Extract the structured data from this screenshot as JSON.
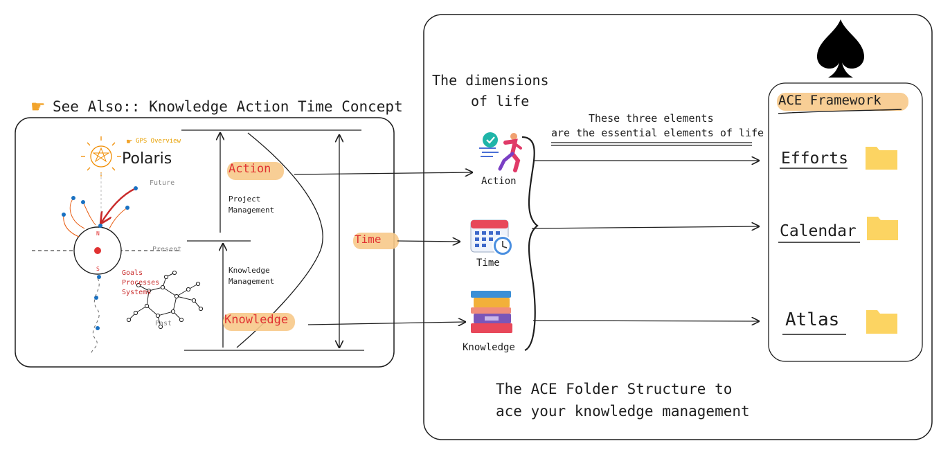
{
  "left_panel": {
    "see_also": "See Also:: Knowledge Action Time Concept",
    "gps_overview": "GPS Overview",
    "polaris": "Polaris",
    "future": "Future",
    "present": "Present",
    "past": "Past",
    "compass_n": "N",
    "compass_s": "S",
    "goals": "Goals",
    "processes": "Processes",
    "systems": "Systems",
    "action": "Action",
    "project_management_1": "Project",
    "project_management_2": "Management",
    "knowledge_management_1": "Knowledge",
    "knowledge_management_2": "Management",
    "knowledge": "Knowledge",
    "time": "Time"
  },
  "right_panel": {
    "dimensions_1": "The dimensions",
    "dimensions_2": "of life",
    "note_1": "These three elements",
    "note_2": "are the essential elements of life",
    "icon_labels": {
      "action": "Action",
      "time": "Time",
      "knowledge": "Knowledge"
    },
    "framework_title": "ACE Framework",
    "folders": [
      "Efforts",
      "Calendar",
      "Atlas"
    ],
    "bottom_1": "The ACE Folder Structure to",
    "bottom_2": "ace your knowledge management"
  },
  "colors": {
    "highlight": "#f7c98a",
    "red_text": "#e03131",
    "folder": "#fcd462",
    "stroke": "#1e1e1e",
    "blue_dot": "#1971c2"
  }
}
